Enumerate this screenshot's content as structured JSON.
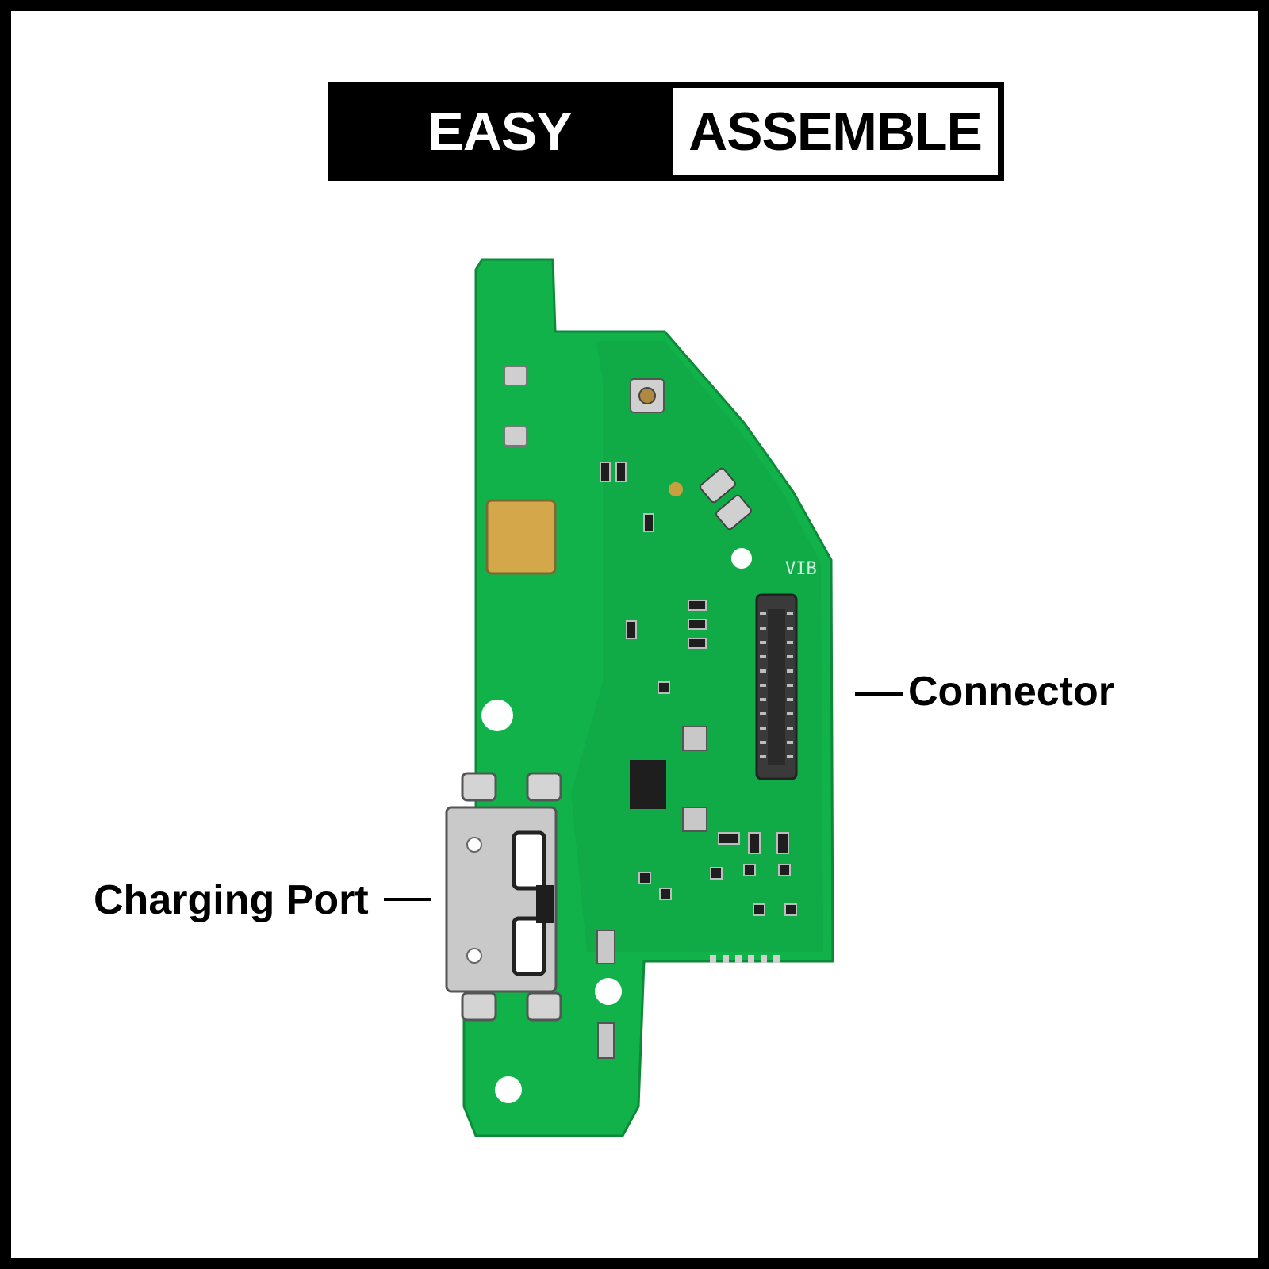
{
  "banner": {
    "left_text": "EASY",
    "right_text": "ASSEMBLE"
  },
  "labels": {
    "connector": "Connector",
    "charging_port": "Charging Port"
  },
  "colors": {
    "border": "#000000",
    "pcb_green": "#12b24a",
    "pcb_dark_green": "#0d9a3e",
    "solder": "#c9c9c9",
    "gold": "#d4a84a"
  }
}
